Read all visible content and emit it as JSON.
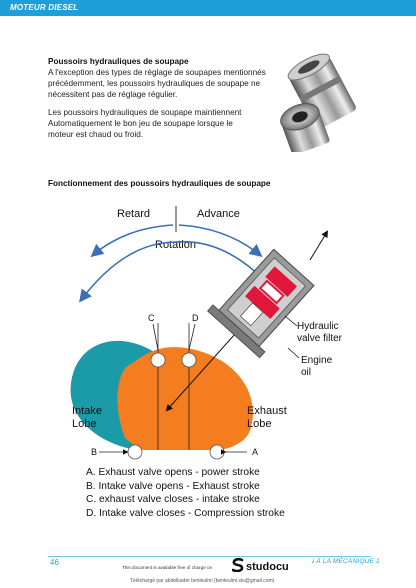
{
  "header": {
    "title": "MOTEUR DIESEL"
  },
  "section": {
    "title": "Poussoirs hydrauliques de soupape",
    "para1": [
      "A l'exception des types de réglage de soupapes mentionnés",
      "précédemment, les poussoirs hydrauliques de soupape ne",
      "nécessitent pas de réglage régulier."
    ],
    "para2": [
      "Les poussoirs hydrauliques de soupape maintiennent",
      "Automatiquement le bon jeu de soupape lorsque le",
      "moteur est chaud ou froid."
    ]
  },
  "figure": {
    "title": "Fonctionnement des poussoirs hydrauliques de soupape",
    "retard": "Retard",
    "advance": "Advance",
    "rotation": "Rotation",
    "label_c": "C",
    "label_d": "D",
    "label_a": "A",
    "label_b": "B",
    "hydraulic_line1": "Hydraulic",
    "hydraulic_line2": "valve filter",
    "engine_line1": "Engine",
    "engine_line2": "oil",
    "intake_line1": "Intake",
    "intake_line2": "Lobe",
    "exhaust_line1": "Exhaust",
    "exhaust_line2": "Lobe",
    "legend": [
      "A. Exhaust valve opens - power stroke",
      "B. Intake valve opens - Exhaust stroke",
      "C. exhaust valve closes - intake stroke",
      "D. Intake valve closes - Compression stroke"
    ],
    "colors": {
      "intake": "#1b9aa8",
      "exhaust": "#f47d20",
      "arrow": "#3b6fb6",
      "filter_red": "#e0163a"
    }
  },
  "footer": {
    "page_number": "46",
    "right_text": "INTRODUCTION À LA MÉCANIQUE  1",
    "note": "This document is available free of charge on",
    "brand": "studocu",
    "download": "Téléchargé par abdelkader benleulmi (benleulmi.sts@gmail.com)"
  }
}
